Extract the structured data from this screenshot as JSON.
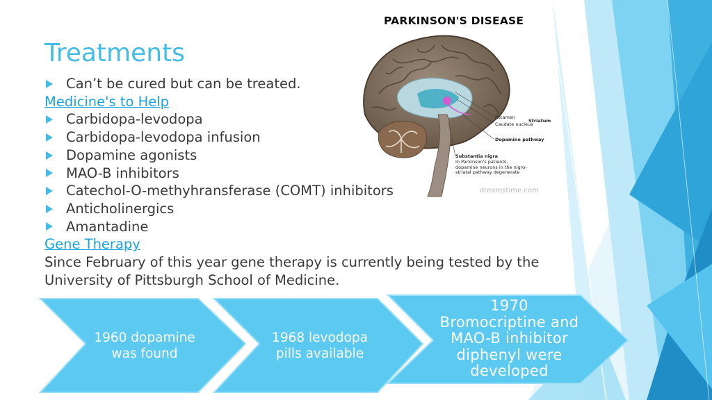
{
  "slide": {
    "title": "Treatments",
    "bullets_top": [
      "Can’t be cured but can be treated."
    ],
    "medicines_link": "Medicine's to Help",
    "medicines": [
      "Carbidopa-levodopa",
      "Carbidopa-levodopa infusion",
      "Dopamine agonists",
      "MAO-B inhibitors",
      "Catechol-O-methyhransferase (COMT) inhibitors",
      "Anticholinergics",
      "Amantadine"
    ],
    "gene_link": "Gene Therapy",
    "gene_text": "Since February of this year gene therapy is currently being tested by the University of Pittsburgh School of Medicine."
  },
  "figure": {
    "title": "PARKINSON'S DISEASE",
    "labels": {
      "putamen": "Putamen",
      "caudate": "Caudate nucleus",
      "striatum": "Striatum",
      "dopamine_pathway": "Dopamine pathway",
      "substantia_title": "Substantia nigra",
      "substantia_desc": "In Parkinson's patients, dopamine neurons in the nigro-striatal pathway degenerate",
      "watermark": "dreamstime.com"
    }
  },
  "timeline": [
    {
      "text": "1960 dopamine was found"
    },
    {
      "text": "1968 levodopa pills available"
    },
    {
      "text": "1970 Bromocriptine and MAO-B inhibitor diphenyl were developed"
    }
  ],
  "colors": {
    "accent": "#43bde6",
    "link": "#1aa3dd",
    "chevron_fill": "#5ccaf0",
    "chevron_stroke": "#9adff7"
  }
}
